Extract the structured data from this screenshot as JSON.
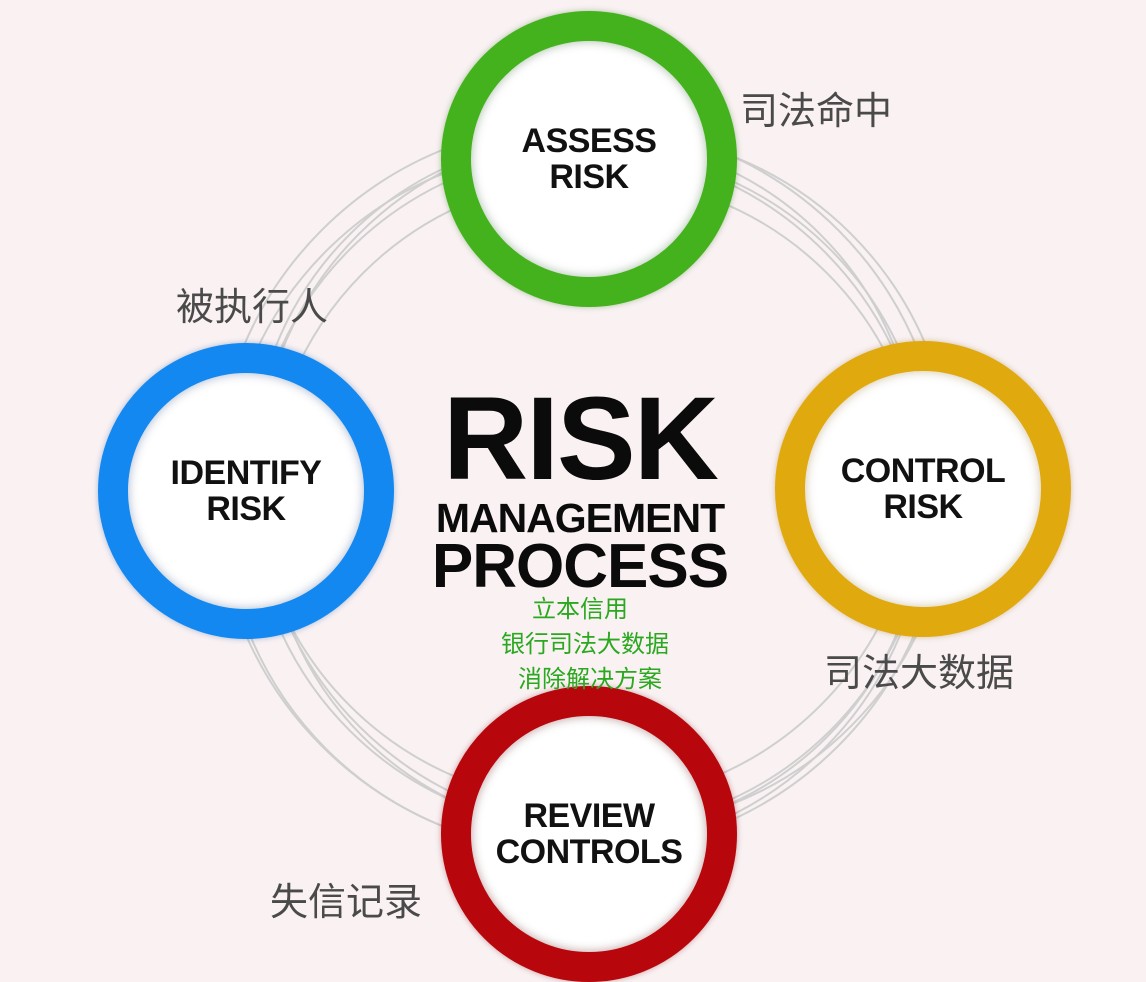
{
  "nodes": {
    "assess": {
      "line1": "ASSESS",
      "line2": "RISK",
      "color": "#44b21d"
    },
    "identify": {
      "line1": "IDENTIFY",
      "line2": "RISK",
      "color": "#1388f0"
    },
    "control": {
      "line1": "CONTROL",
      "line2": "RISK",
      "color": "#e0a90e"
    },
    "review": {
      "line1": "REVIEW",
      "line2": "CONTROLS",
      "color": "#b8060d"
    }
  },
  "center": {
    "line1": "RISK",
    "line2": "MANAGEMENT",
    "line3": "PROCESS"
  },
  "tagline": {
    "line1": "立本信用",
    "line2": "银行司法大数据",
    "line3": "消除解决方案",
    "color": "#2aa81f"
  },
  "labels": {
    "top_right": "司法命中",
    "left": "被执行人",
    "right": "司法大数据",
    "bottom_left": "失信记录"
  },
  "connector_color": "#cfcfcf"
}
